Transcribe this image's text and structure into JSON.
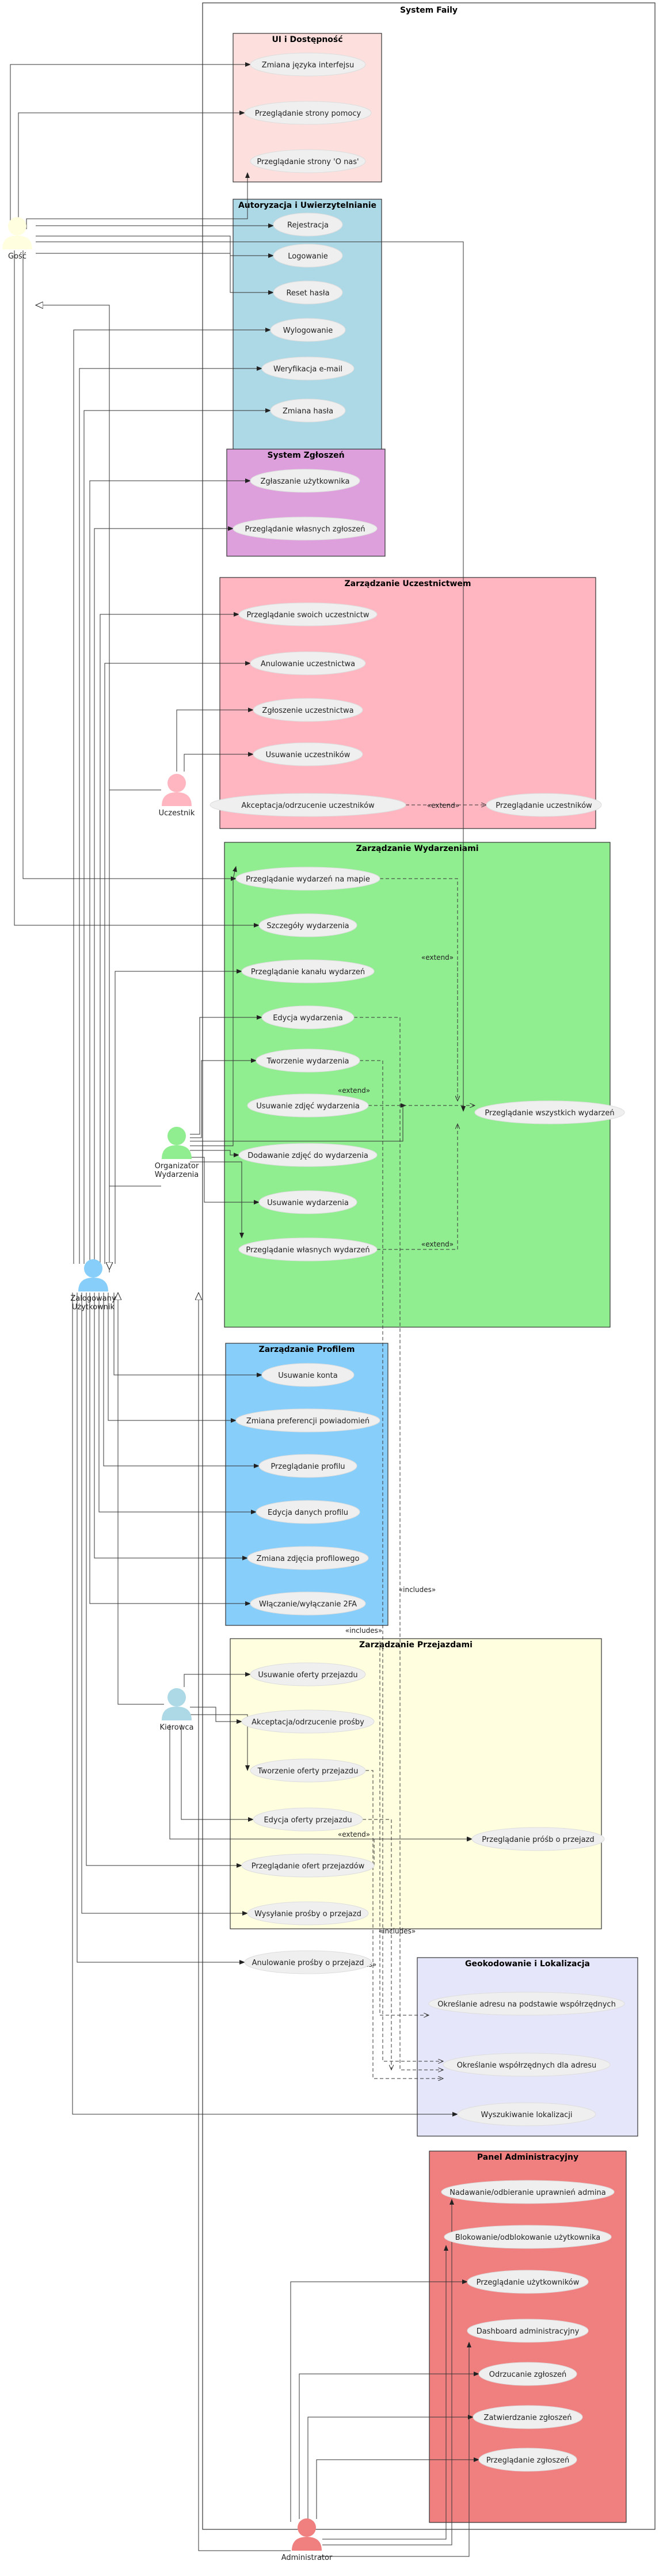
{
  "system_title": "System Faily",
  "packages": {
    "ui": "UI i Dostępność",
    "auth": "Autoryzacja i Uwierzytelnianie",
    "reports": "System Zgłoszeń",
    "participation": "Zarządzanie Uczestnictwem",
    "events": "Zarządzanie Wydarzeniami",
    "profile": "Zarządzanie Profilem",
    "rides": "Zarządzanie Przejazdami",
    "geo": "Geokodowanie i Lokalizacja",
    "admin": "Panel Administracyjny"
  },
  "actors": {
    "guest": "Gość",
    "user": "Zalogowany Użytkownik",
    "participant": "Uczestnik",
    "organizer": "Organizator Wydarzenia",
    "driver": "Kierowca",
    "admin": "Administrator"
  },
  "use_cases": {
    "lang": "Zmiana języka interfejsu",
    "help": "Przeglądanie strony pomocy",
    "about": "Przeglądanie strony 'O nas'",
    "register": "Rejestracja",
    "login": "Logowanie",
    "reset": "Reset hasła",
    "logout": "Wylogowanie",
    "verify": "Weryfikacja e-mail",
    "change_pw": "Zmiana hasła",
    "report_user": "Zgłaszanie użytkownika",
    "own_reports": "Przeglądanie własnych zgłoszeń",
    "own_part": "Przeglądanie swoich uczestnictw",
    "cancel_part": "Anulowanie uczestnictwa",
    "apply_part": "Zgłoszenie uczestnictwa",
    "remove_part": "Usuwanie uczestników",
    "accept_part": "Akceptacja/odrzucenie uczestników",
    "view_part": "Przeglądanie uczestników",
    "map": "Przeglądanie wydarzeń na mapie",
    "details": "Szczegóły wydarzenia",
    "channel": "Przeglądanie kanału wydarzeń",
    "edit_event": "Edycja wydarzenia",
    "create_event": "Tworzenie wydarzenia",
    "del_photos": "Usuwanie zdjęć wydarzenia",
    "all_events": "Przeglądanie wszystkich wydarzeń",
    "add_photos": "Dodawanie zdjęć do wydarzenia",
    "del_event": "Usuwanie wydarzenia",
    "own_events": "Przeglądanie własnych wydarzeń",
    "del_account": "Usuwanie konta",
    "notif_pref": "Zmiana preferencji powiadomień",
    "view_profile": "Przeglądanie profilu",
    "edit_profile": "Edycja danych profilu",
    "photo": "Zmiana zdjęcia profilowego",
    "twofa": "Włączanie/wyłączanie 2FA",
    "del_offer": "Usuwanie oferty przejazdu",
    "accept_req": "Akceptacja/odrzucenie prośby",
    "create_offer": "Tworzenie oferty przejazdu",
    "edit_offer": "Edycja oferty przejazdu",
    "view_reqs": "Przeglądanie próśb o przejazd",
    "view_offers": "Przeglądanie ofert przejazdów",
    "send_req": "Wysyłanie prośby o przejazd",
    "cancel_req": "Anulowanie prośby o przejazd",
    "geo_addr": "Określanie adresu na podstawie współrzędnych",
    "geo_coords": "Określanie współrzędnych dla adresu",
    "geo_search": "Wyszukiwanie lokalizacji",
    "roles": "Nadawanie/odbieranie uprawnień admina",
    "block": "Blokowanie/odblokowanie użytkownika",
    "users": "Przeglądanie użytkowników",
    "dashboard": "Dashboard administracyjny",
    "reject": "Odrzucanie zgłoszeń",
    "approve": "Zatwierdzanie zgłoszeń",
    "view_rep": "Przeglądanie zgłoszeń"
  },
  "stereotypes": {
    "extend": "«extend»",
    "includes": "«includes»"
  },
  "colors": {
    "ui": "#fde0dd",
    "auth": "#add8e6",
    "reports": "#dda0dd",
    "participation": "#ffb6c1",
    "events": "#90ee90",
    "profile": "#87cefa",
    "rides": "#ffffe0",
    "geo": "#e6e6fa",
    "admin": "#f08080"
  }
}
